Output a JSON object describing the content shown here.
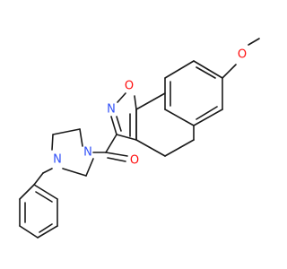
{
  "structure": {
    "atoms": {
      "O_methoxy": {
        "symbol": "O",
        "color": "#ff0d0d"
      },
      "O_isoxazole": {
        "symbol": "O",
        "color": "#ff0d0d"
      },
      "N_isoxazole": {
        "symbol": "N",
        "color": "#3050f8"
      },
      "O_carbonyl": {
        "symbol": "O",
        "color": "#ff0d0d"
      },
      "N_piperazine_amide": {
        "symbol": "N",
        "color": "#3050f8"
      },
      "N_piperazine_benzyl": {
        "symbol": "N",
        "color": "#3050f8"
      }
    },
    "bond_color": "#1a1a1a",
    "background": "#ffffff"
  }
}
